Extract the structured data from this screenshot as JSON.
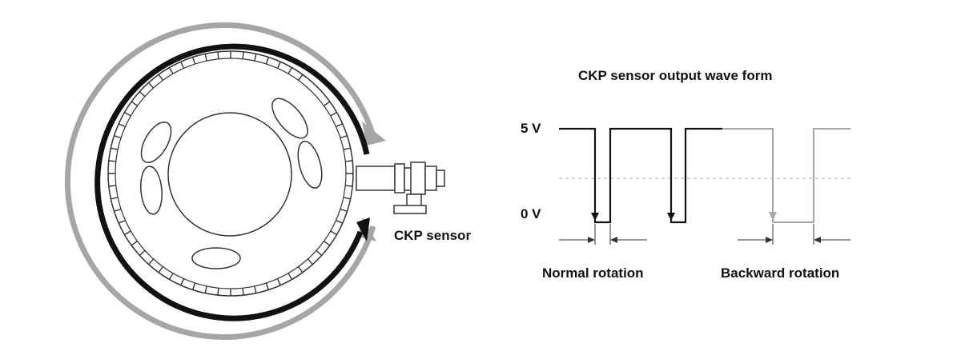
{
  "diagram": {
    "sensor_label": "CKP sensor",
    "wave_title": "CKP sensor output wave form",
    "voltage_high": "5 V",
    "voltage_low": "0 V",
    "normal_label": "Normal rotation",
    "backward_label": "Backward rotation"
  },
  "colors": {
    "dark": "#111111",
    "gray": "#a6a6a6",
    "dotted": "#c8c8c8"
  }
}
